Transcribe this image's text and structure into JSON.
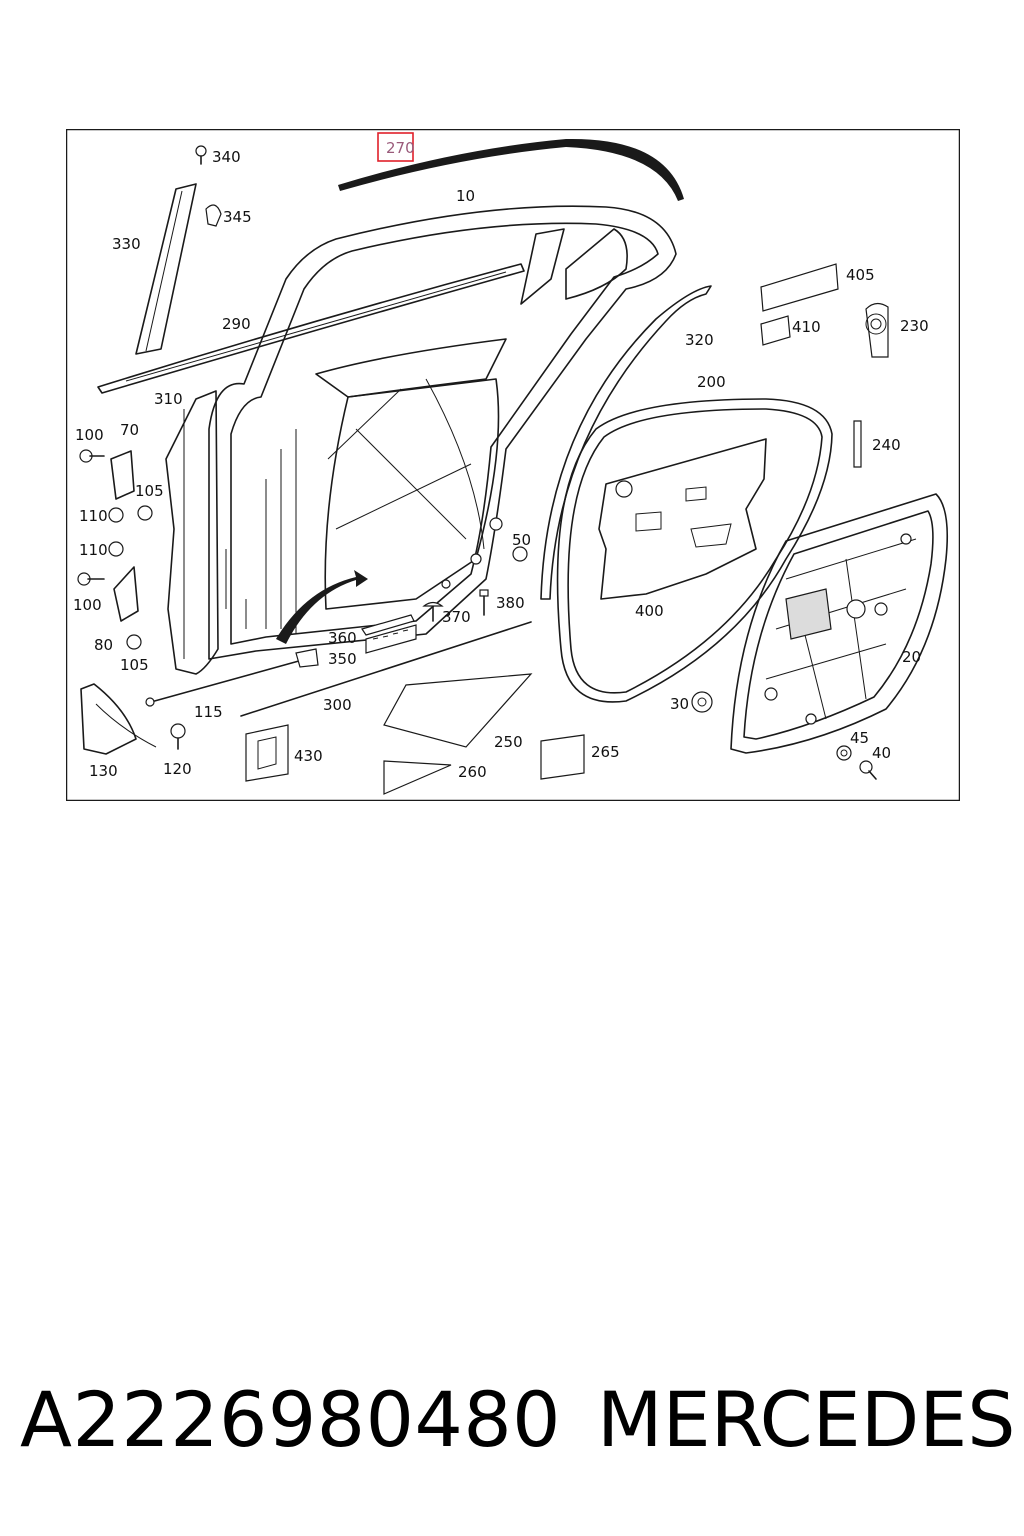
{
  "diagram": {
    "callouts": [
      {
        "id": "c270",
        "text": "270",
        "highlighted": true
      },
      {
        "id": "c340",
        "text": "340"
      },
      {
        "id": "c345",
        "text": "345"
      },
      {
        "id": "c330",
        "text": "330"
      },
      {
        "id": "c10",
        "text": "10"
      },
      {
        "id": "c290",
        "text": "290"
      },
      {
        "id": "c405",
        "text": "405"
      },
      {
        "id": "c410",
        "text": "410"
      },
      {
        "id": "c230",
        "text": "230"
      },
      {
        "id": "c320",
        "text": "320"
      },
      {
        "id": "c310",
        "text": "310"
      },
      {
        "id": "c200",
        "text": "200"
      },
      {
        "id": "c100a",
        "text": "100"
      },
      {
        "id": "c70",
        "text": "70"
      },
      {
        "id": "c240",
        "text": "240"
      },
      {
        "id": "c105a",
        "text": "105"
      },
      {
        "id": "c110a",
        "text": "110"
      },
      {
        "id": "c110b",
        "text": "110"
      },
      {
        "id": "c50",
        "text": "50"
      },
      {
        "id": "c100b",
        "text": "100"
      },
      {
        "id": "c370",
        "text": "370"
      },
      {
        "id": "c380",
        "text": "380"
      },
      {
        "id": "c400",
        "text": "400"
      },
      {
        "id": "c80",
        "text": "80"
      },
      {
        "id": "c360",
        "text": "360"
      },
      {
        "id": "c350",
        "text": "350"
      },
      {
        "id": "c105b",
        "text": "105"
      },
      {
        "id": "c20",
        "text": "20"
      },
      {
        "id": "c115",
        "text": "115"
      },
      {
        "id": "c300",
        "text": "300"
      },
      {
        "id": "c30",
        "text": "30"
      },
      {
        "id": "c250",
        "text": "250"
      },
      {
        "id": "c265",
        "text": "265"
      },
      {
        "id": "c45",
        "text": "45"
      },
      {
        "id": "c430",
        "text": "430"
      },
      {
        "id": "c40",
        "text": "40"
      },
      {
        "id": "c130",
        "text": "130"
      },
      {
        "id": "c120",
        "text": "120"
      },
      {
        "id": "c260",
        "text": "260"
      }
    ],
    "highlight_color": "#e0202a"
  },
  "footer": {
    "part_number": "A2226980480",
    "brand": "MERCEDES"
  }
}
